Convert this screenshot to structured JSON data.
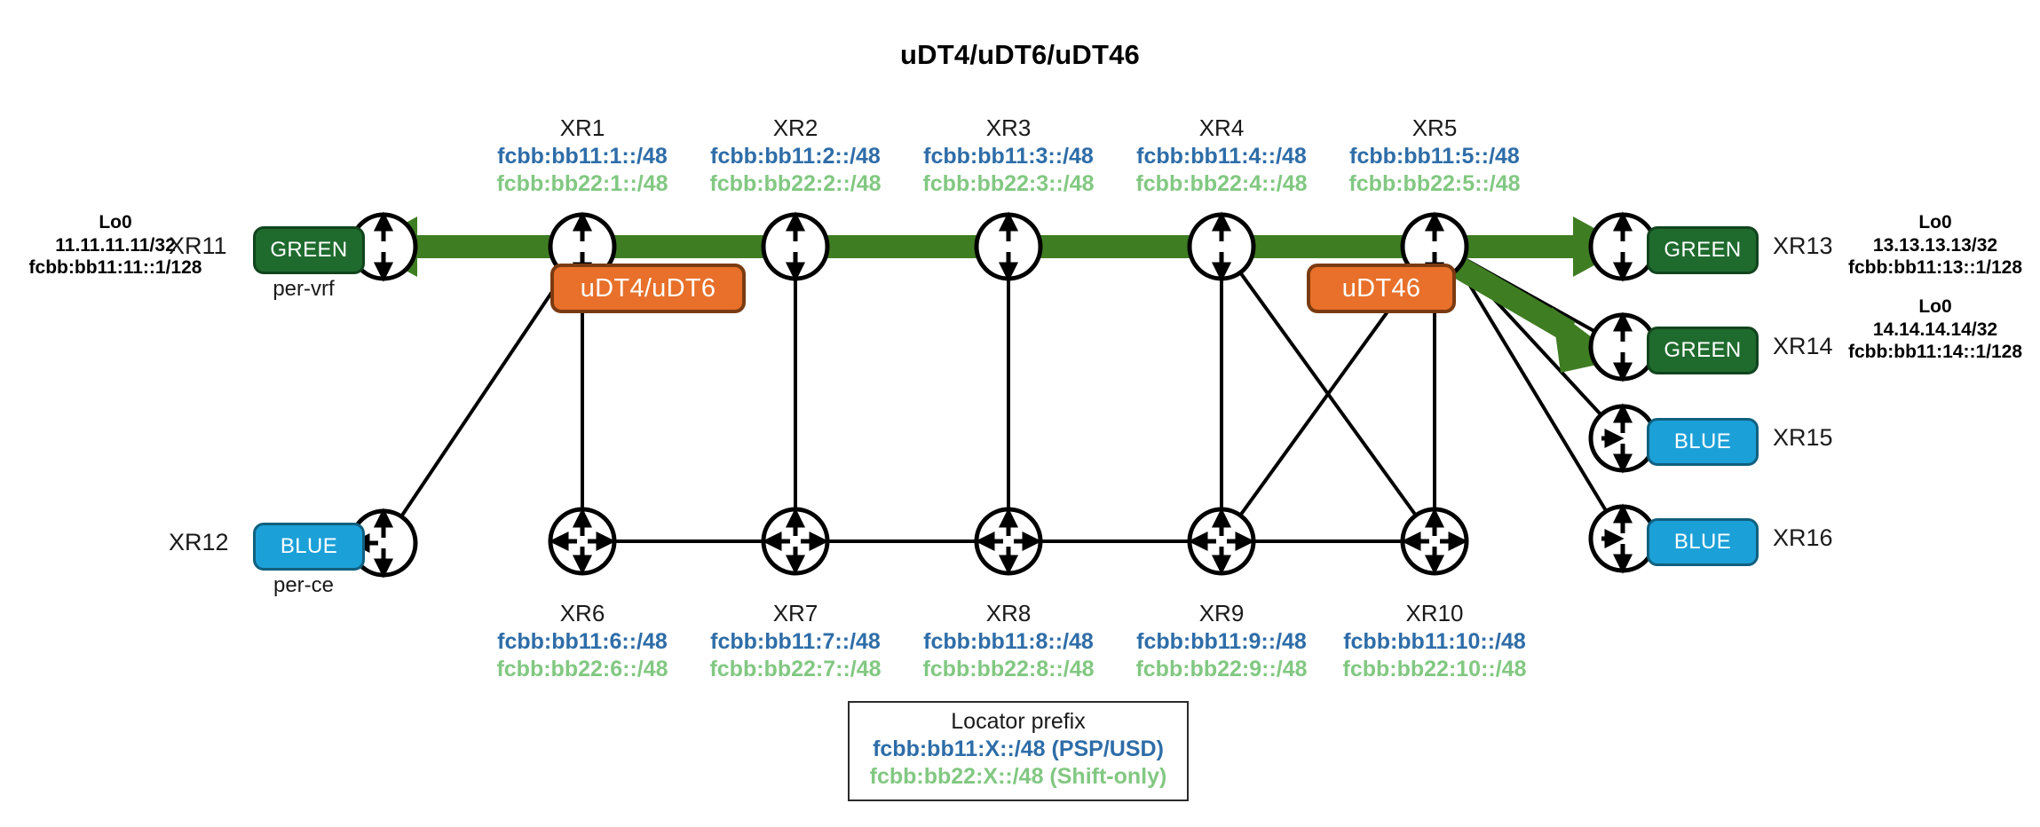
{
  "title": "uDT4/uDT6/uDT46",
  "colors": {
    "locator_psp_usd": "#2E6DA8",
    "locator_shift_only": "#82C882",
    "green_vrf": "#1F6B2E",
    "blue_vrf": "#1CA0D8",
    "badge_orange": "#E8702A",
    "path_green": "#3F7D23"
  },
  "core_top": [
    {
      "name": "XR1",
      "prefix_psp": "fcbb:bb11:1::/48",
      "prefix_shift": "fcbb:bb22:1::/48"
    },
    {
      "name": "XR2",
      "prefix_psp": "fcbb:bb11:2::/48",
      "prefix_shift": "fcbb:bb22:2::/48"
    },
    {
      "name": "XR3",
      "prefix_psp": "fcbb:bb11:3::/48",
      "prefix_shift": "fcbb:bb22:3::/48"
    },
    {
      "name": "XR4",
      "prefix_psp": "fcbb:bb11:4::/48",
      "prefix_shift": "fcbb:bb22:4::/48"
    },
    {
      "name": "XR5",
      "prefix_psp": "fcbb:bb11:5::/48",
      "prefix_shift": "fcbb:bb22:5::/48"
    }
  ],
  "core_bottom": [
    {
      "name": "XR6",
      "prefix_psp": "fcbb:bb11:6::/48",
      "prefix_shift": "fcbb:bb22:6::/48"
    },
    {
      "name": "XR7",
      "prefix_psp": "fcbb:bb11:7::/48",
      "prefix_shift": "fcbb:bb22:7::/48"
    },
    {
      "name": "XR8",
      "prefix_psp": "fcbb:bb11:8::/48",
      "prefix_shift": "fcbb:bb22:8::/48"
    },
    {
      "name": "XR9",
      "prefix_psp": "fcbb:bb11:9::/48",
      "prefix_shift": "fcbb:bb22:9::/48"
    },
    {
      "name": "XR10",
      "prefix_psp": "fcbb:bb11:10::/48",
      "prefix_shift": "fcbb:bb22:10::/48"
    }
  ],
  "edge_left": [
    {
      "name": "XR11",
      "vrf": "GREEN",
      "caption": "per-vrf",
      "lo_title": "Lo0",
      "lo_v4": "11.11.11.11/32",
      "lo_v6": "fcbb:bb11:11::1/128"
    },
    {
      "name": "XR12",
      "vrf": "BLUE",
      "caption": "per-ce",
      "lo_title": "",
      "lo_v4": "",
      "lo_v6": ""
    }
  ],
  "edge_right": [
    {
      "name": "XR13",
      "vrf": "GREEN",
      "lo_title": "Lo0",
      "lo_v4": "13.13.13.13/32",
      "lo_v6": "fcbb:bb11:13::1/128"
    },
    {
      "name": "XR14",
      "vrf": "GREEN",
      "lo_title": "Lo0",
      "lo_v4": "14.14.14.14/32",
      "lo_v6": "fcbb:bb11:14::1/128"
    },
    {
      "name": "XR15",
      "vrf": "BLUE",
      "lo_title": "",
      "lo_v4": "",
      "lo_v6": ""
    },
    {
      "name": "XR16",
      "vrf": "BLUE",
      "lo_title": "",
      "lo_v4": "",
      "lo_v6": ""
    }
  ],
  "badges": [
    {
      "label": "uDT4/uDT6"
    },
    {
      "label": "uDT46"
    }
  ],
  "legend": {
    "title": "Locator prefix",
    "line_psp": "fcbb:bb11:X::/48 (PSP/USD)",
    "line_shift": "fcbb:bb22:X::/48 (Shift-only)"
  }
}
